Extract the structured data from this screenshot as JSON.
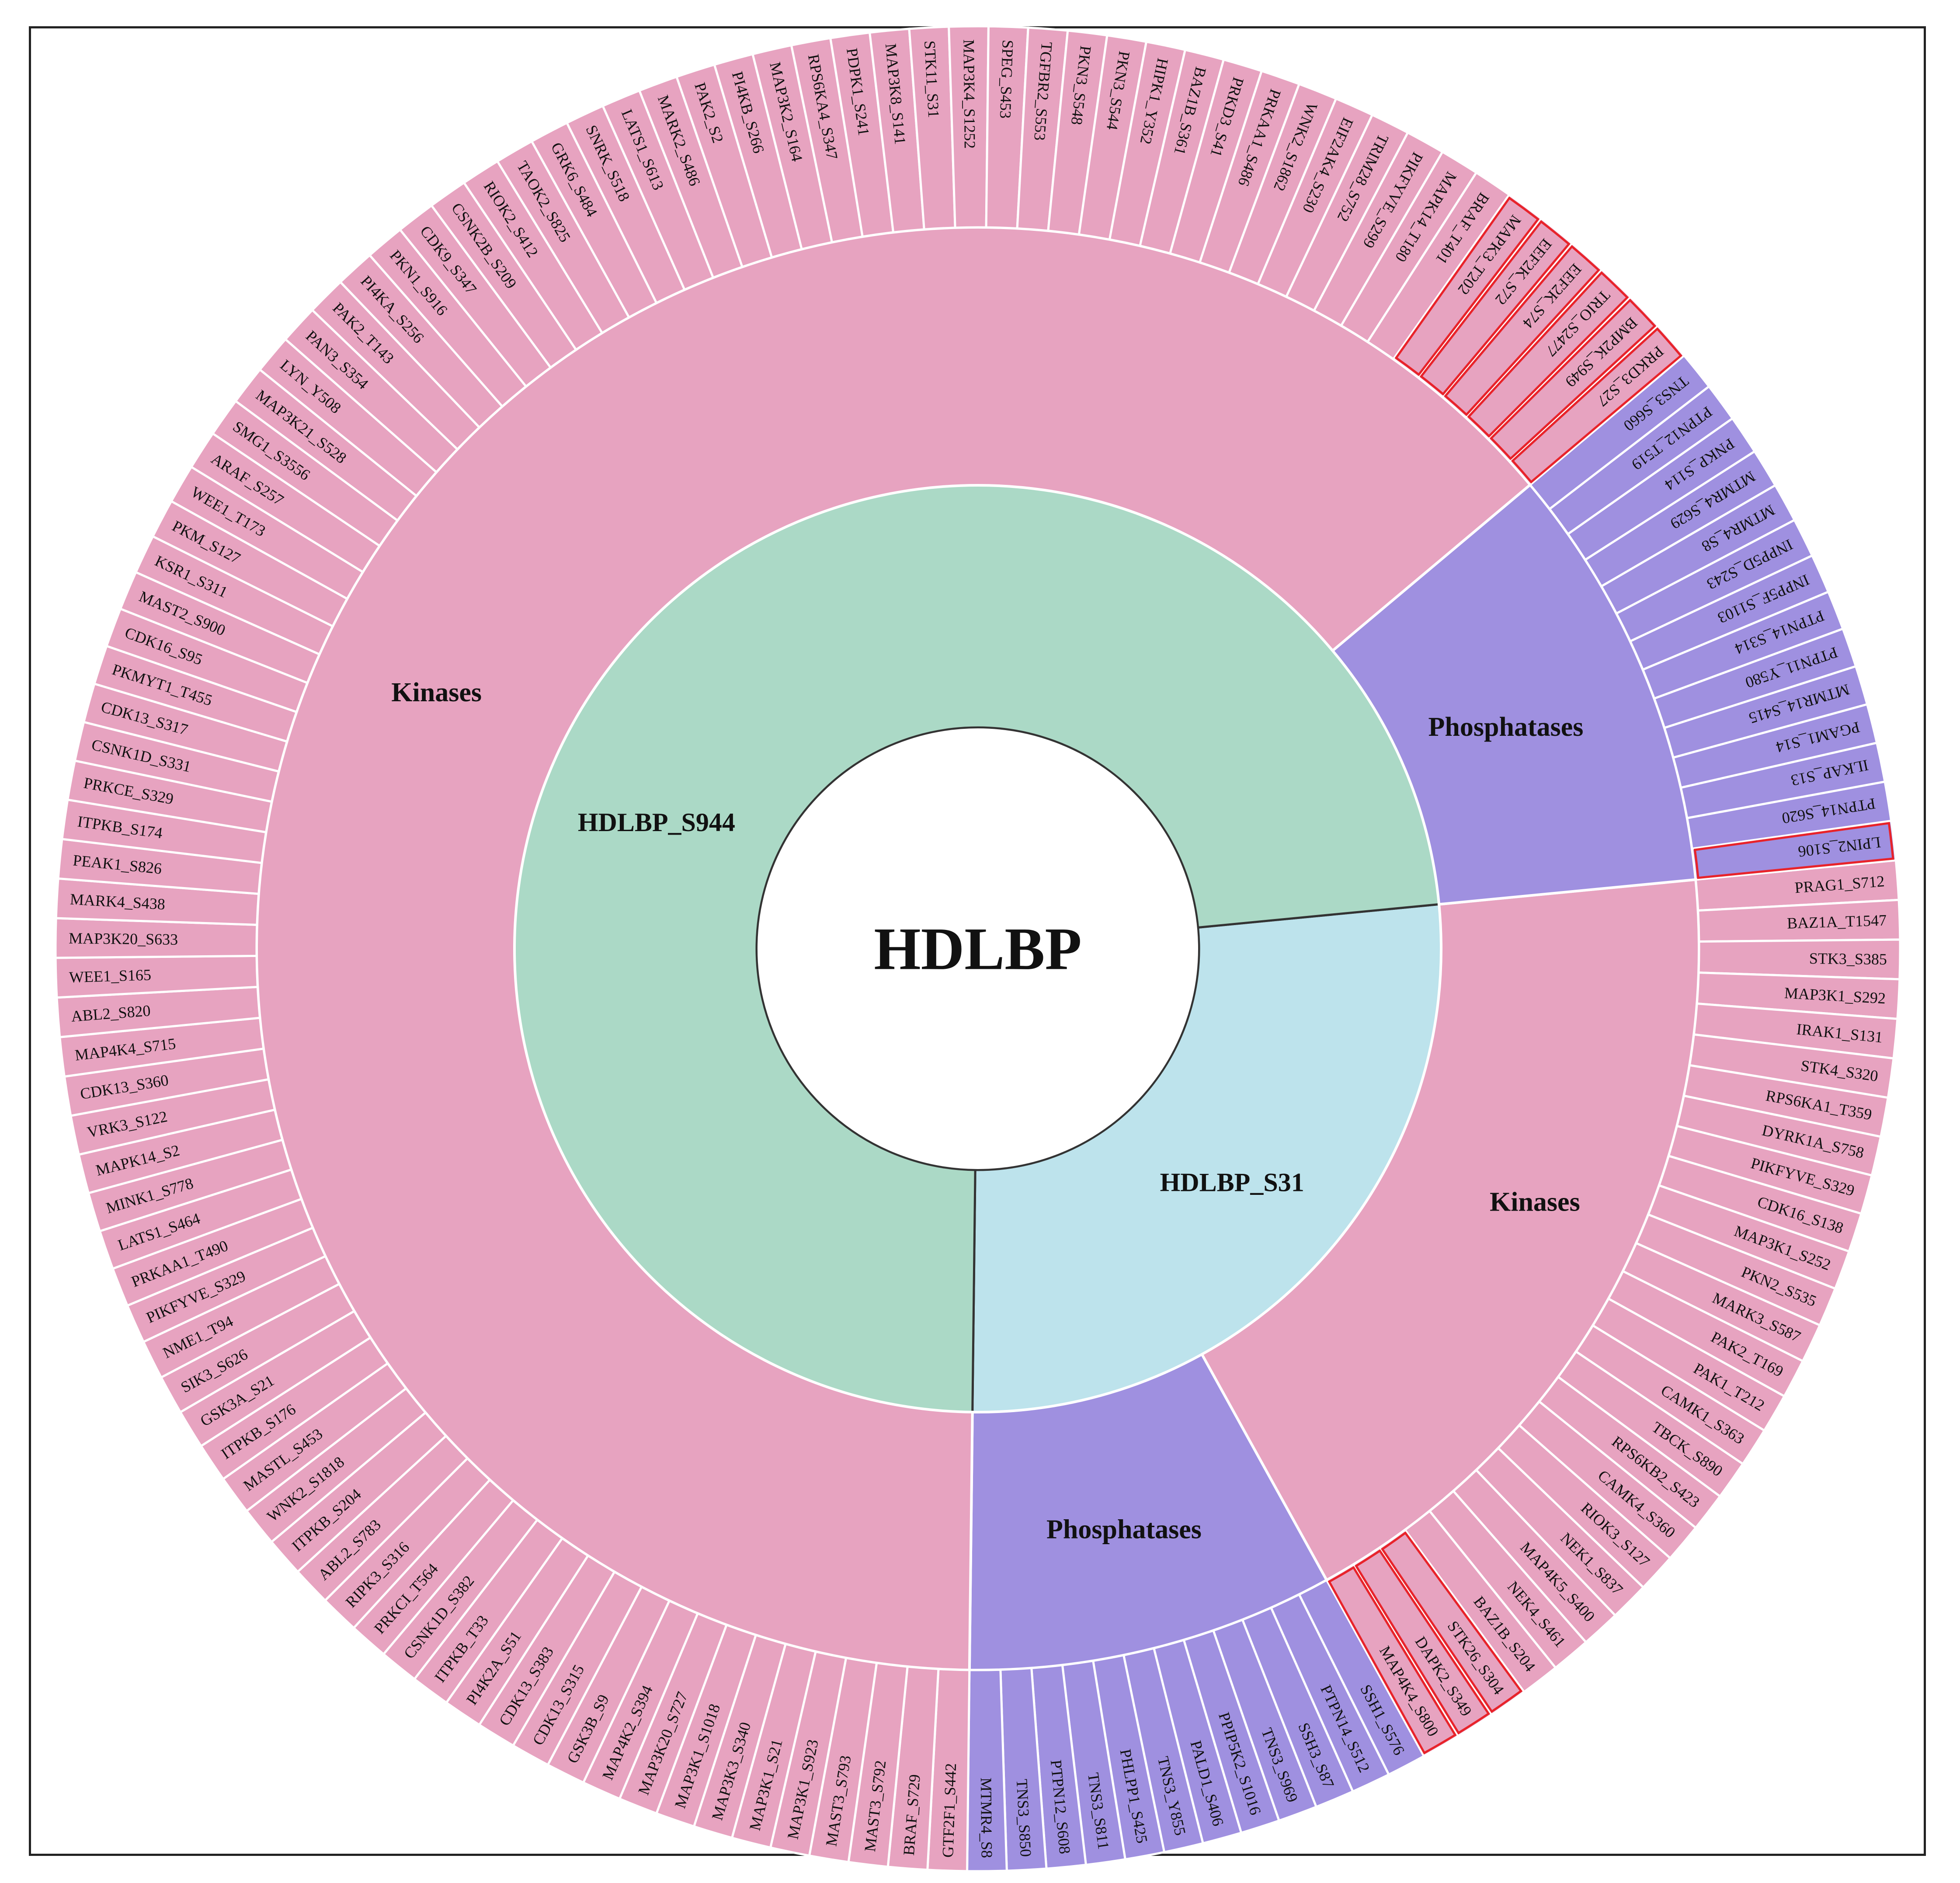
{
  "center_label": "HDLBP",
  "colors": {
    "kinase": "#e7a3c0",
    "phosphatase": "#9f90e0",
    "site_s31": "#bde3ec",
    "site_s944": "#abd9c6",
    "highlight": "#e8232a",
    "segment_stroke": "#ffffff",
    "center": "#ffffff"
  },
  "chart_data": {
    "type": "sunburst",
    "root": "HDLBP",
    "sites": [
      {
        "name": "HDLBP_S31",
        "groups": [
          {
            "name": "Kinases",
            "kind": "kinase",
            "items": [
              "PRAG1_S712",
              "BAZ1A_T1547",
              "STK3_S385",
              "MAP3K1_S292",
              "IRAK1_S131",
              "STK4_S320",
              "RPS6KA1_T359",
              "DYRK1A_S758",
              "PIKFYVE_S329",
              "CDK16_S138",
              "MAP3K1_S252",
              "PKN2_S535",
              "MARK3_S587",
              "PAK2_T169",
              "PAK1_T212",
              "CAMK1_S363",
              "TBCK_S890",
              "RPS6KB2_S423",
              "CAMK4_S360",
              "RIOK3_S127",
              "NEK1_S837",
              "MAP4K5_S400",
              "NEK4_S461",
              "BAZ1B_S204",
              "STK26_S304",
              "DAPK2_S349",
              "MAP4K4_S800"
            ],
            "highlighted": [
              "STK26_S304",
              "DAPK2_S349",
              "MAP4K4_S800"
            ]
          },
          {
            "name": "Phosphatases",
            "kind": "phosphatase",
            "items": [
              "SSH1_S576",
              "PTPN14_S512",
              "SSH3_S87",
              "TNS3_S969",
              "PPIP5K2_S1016",
              "PALD1_S406",
              "TNS3_Y855",
              "PHLPP1_S425",
              "TNS3_S811",
              "PTPN12_S608",
              "TNS3_S850",
              "MTMR4_S8"
            ],
            "highlighted": []
          }
        ]
      },
      {
        "name": "HDLBP_S944",
        "groups": [
          {
            "name": "Kinases",
            "kind": "kinase",
            "items": [
              "GTF2F1_S442",
              "BRAF_S729",
              "MAST3_S792",
              "MAST3_S793",
              "MAP3K1_S923",
              "MAP3K1_S21",
              "MAP3K3_S340",
              "MAP3K1_S1018",
              "MAP3K20_S727",
              "MAP4K2_S394",
              "GSK3B_S9",
              "CDK13_S315",
              "CDK13_S383",
              "PI4K2A_S51",
              "ITPKB_T33",
              "CSNK1D_S382",
              "PRKCI_T564",
              "RIPK3_S316",
              "ABL2_S783",
              "ITPKB_S204",
              "WNK2_S1818",
              "MASTL_S453",
              "ITPKB_S176",
              "GSK3A_S21",
              "SIK3_S626",
              "NME1_T94",
              "PIKFYVE_S329",
              "PRKAA1_T490",
              "LATS1_S464",
              "MINK1_S778",
              "MAPK14_S2",
              "VRK3_S122",
              "CDK13_S360",
              "MAP4K4_S715",
              "ABL2_S820",
              "WEE1_S165",
              "MAP3K20_S633",
              "MARK4_S438",
              "PEAK1_S826",
              "ITPKB_S174",
              "PRKCE_S329",
              "CSNK1D_S331",
              "CDK13_S317",
              "PKMYT1_T455",
              "CDK16_S95",
              "MAST2_S900",
              "KSR1_S311",
              "PKM_S127",
              "WEE1_T173",
              "ARAF_S257",
              "SMG1_S3556",
              "MAP3K21_S528",
              "LYN_Y508",
              "PAN3_S354",
              "PAK2_T143",
              "PI4KA_S256",
              "PKN1_S916",
              "CDK9_S347",
              "CSNK2B_S209",
              "RIOK2_S412",
              "TAOK2_S825",
              "GRK6_S484",
              "SNRK_S518",
              "LATS1_S613",
              "MARK2_S486",
              "PAK2_S2",
              "PI4KB_S266",
              "MAP3K2_S164",
              "RPS6KA4_S347",
              "PDPK1_S241",
              "MAP3K8_S141",
              "STK11_S31",
              "MAP3K4_S1252",
              "SPEG_S453",
              "TGFBR2_S553",
              "PKN3_S548",
              "PKN3_S544",
              "HIPK1_Y352",
              "BAZ1B_S361",
              "PRKD3_S41",
              "PRKAA1_S486",
              "WNK2_S1862",
              "EIF2AK4_S230",
              "TRIM28_S752",
              "PIKFYVE_S299",
              "MAPK14_T180",
              "BRAF_T401",
              "MAPK3_T202",
              "EEF2K_S72",
              "EEF2K_S74",
              "TRIO_S2477",
              "BMP2K_S949",
              "PRKD3_S27"
            ],
            "highlighted": [
              "MAPK3_T202",
              "EEF2K_S72",
              "EEF2K_S74",
              "TRIO_S2477",
              "BMP2K_S949",
              "PRKD3_S27"
            ]
          },
          {
            "name": "Phosphatases",
            "kind": "phosphatase",
            "items": [
              "TNS3_S660",
              "PTPN12_T519",
              "PNKP_S114",
              "MTMR4_S629",
              "MTMR4_S8",
              "INPP5D_S243",
              "INPP5F_S1103",
              "PTPN14_S314",
              "PTPN11_Y580",
              "MTMR14_S415",
              "PGAM1_S14",
              "ILKAP_S13",
              "PTPN14_S620",
              "LPIN2_S106"
            ],
            "highlighted": [
              "LPIN2_S106"
            ]
          }
        ]
      }
    ]
  }
}
